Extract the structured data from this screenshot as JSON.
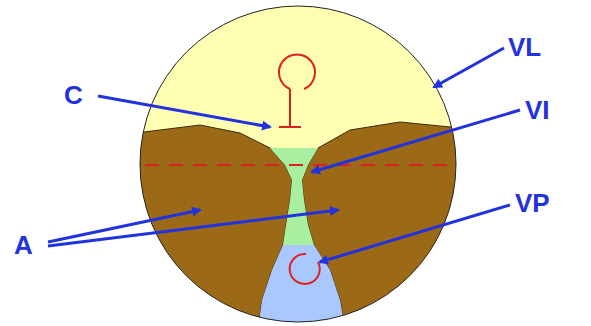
{
  "diagram": {
    "labels": [
      "VL",
      "C",
      "VI",
      "A",
      "VP"
    ]
  }
}
